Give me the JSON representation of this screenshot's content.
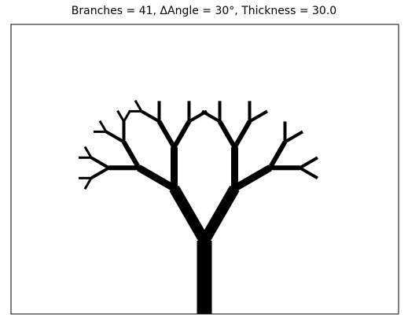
{
  "chart_data": {
    "type": "fractal-tree",
    "title": "Branches = 41, ΔAngle = 30°, Thickness = 30.0",
    "branches": 41,
    "delta_angle_deg": 30,
    "thickness": 30.0,
    "line_color": "#000000",
    "axes": {
      "ticks": false,
      "frame": true
    }
  }
}
